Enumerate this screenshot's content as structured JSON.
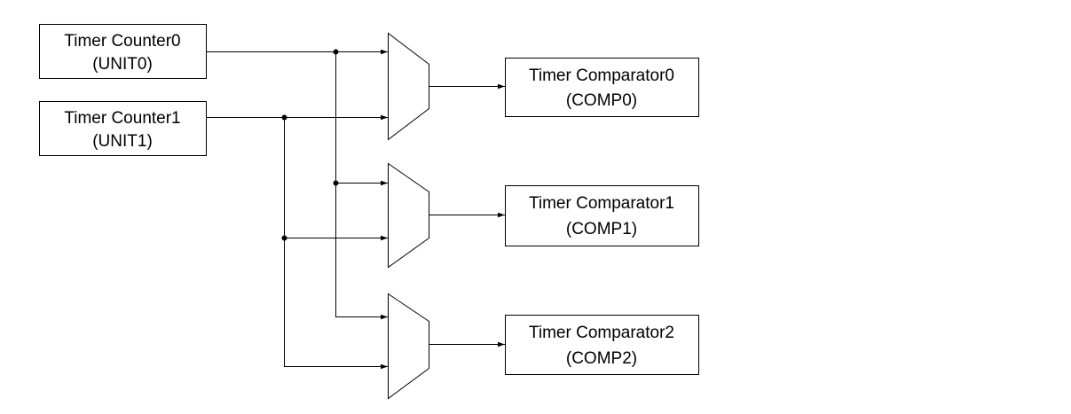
{
  "diagram": {
    "counters": [
      {
        "line1": "Timer Counter0",
        "line2": "(UNIT0)"
      },
      {
        "line1": "Timer Counter1",
        "line2": "(UNIT1)"
      }
    ],
    "comparators": [
      {
        "line1": "Timer Comparator0",
        "line2": "(COMP0)"
      },
      {
        "line1": "Timer Comparator1",
        "line2": "(COMP1)"
      },
      {
        "line1": "Timer Comparator2",
        "line2": "(COMP2)"
      }
    ]
  }
}
